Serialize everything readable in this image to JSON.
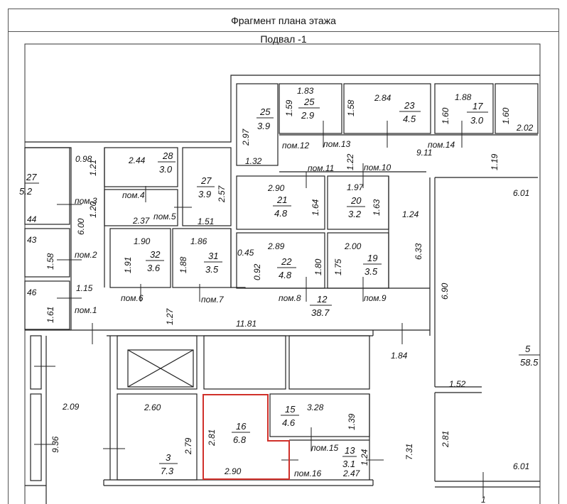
{
  "header": {
    "title": "Фрагмент плана этажа"
  },
  "floor": {
    "name": "Подвал -1"
  },
  "highlight_color": "#d0302a",
  "rooms": [
    {
      "id": "25a",
      "number": "25",
      "area": "3.9"
    },
    {
      "id": "25b",
      "number": "25",
      "area": "2.9"
    },
    {
      "id": "23",
      "number": "23",
      "area": "4.5"
    },
    {
      "id": "17",
      "number": "17",
      "area": "3.0"
    },
    {
      "id": "27a",
      "number": "27",
      "area": "5.2"
    },
    {
      "id": "28",
      "number": "28",
      "area": "3.0"
    },
    {
      "id": "27b",
      "number": "27",
      "area": "3.9"
    },
    {
      "id": "21",
      "number": "21",
      "area": "4.8"
    },
    {
      "id": "20",
      "number": "20",
      "area": "3.2"
    },
    {
      "id": "32",
      "number": "32",
      "area": "3.6"
    },
    {
      "id": "31",
      "number": "31",
      "area": "3.5"
    },
    {
      "id": "22",
      "number": "22",
      "area": "4.8"
    },
    {
      "id": "19",
      "number": "19",
      "area": "3.5"
    },
    {
      "id": "12",
      "number": "12",
      "area": "38.7"
    },
    {
      "id": "5",
      "number": "5",
      "area": "58.5"
    },
    {
      "id": "16",
      "number": "16",
      "area": "6.8"
    },
    {
      "id": "15",
      "number": "15",
      "area": "4.6"
    },
    {
      "id": "13",
      "number": "13",
      "area": "3.1"
    },
    {
      "id": "3",
      "number": "3",
      "area": "7.3"
    }
  ],
  "room_labels": {
    "p1": "пом.1",
    "p2": "пом.2",
    "p3": "пом.3",
    "p4": "пом.4",
    "p5": "пом.5",
    "p6": "пом.6",
    "p7": "пом.7",
    "p8": "пом.8",
    "p9": "пом.9",
    "p10": "пом.10",
    "p11": "пом.11",
    "p12": "пом.12",
    "p13": "пом.13",
    "p14": "пом.14",
    "p15": "пом.15",
    "p16": "пом.16"
  },
  "dimensions": {
    "d183": "1.83",
    "d159": "1.59",
    "d158": "1.58",
    "d284": "2.84",
    "d188": "1.88",
    "d160a": "1.60",
    "d160b": "1.60",
    "d202": "2.02",
    "d297": "2.97",
    "d132": "1.32",
    "d911": "9.11",
    "d119": "1.19",
    "d098": "0.98",
    "d244": "2.44",
    "d121": "1.21",
    "d257": "2.57",
    "d237": "2.37",
    "d151": "1.51",
    "d120": "1.20",
    "d600": "6.00",
    "d044": "44",
    "d122": "1.22",
    "d290a": "2.90",
    "d164": "1.64",
    "d197": "1.97",
    "d163": "1.63",
    "d124": "1.24",
    "d601a": "6.01",
    "d043": "43",
    "d158b": "1.58",
    "d190": "1.90",
    "d191": "1.91",
    "d186": "1.86",
    "d188b": "1.88",
    "d045": "0.45",
    "d289": "2.89",
    "d092": "0.92",
    "d180": "1.80",
    "d200": "2.00",
    "d175": "1.75",
    "d633": "6.33",
    "d690": "6.90",
    "d046": "46",
    "d161": "1.61",
    "d115": "1.15",
    "d127": "1.27",
    "d1181": "11.81",
    "d184": "1.84",
    "d152": "1.52",
    "d209": "2.09",
    "d260": "2.60",
    "d279": "2.79",
    "d281a": "2.81",
    "d328": "3.28",
    "d139": "1.39",
    "d124b": "1.24",
    "d247": "2.47",
    "d290b": "2.90",
    "d731": "7.31",
    "d281b": "2.81",
    "d601b": "6.01",
    "d936": "9.36",
    "d1": "1"
  }
}
